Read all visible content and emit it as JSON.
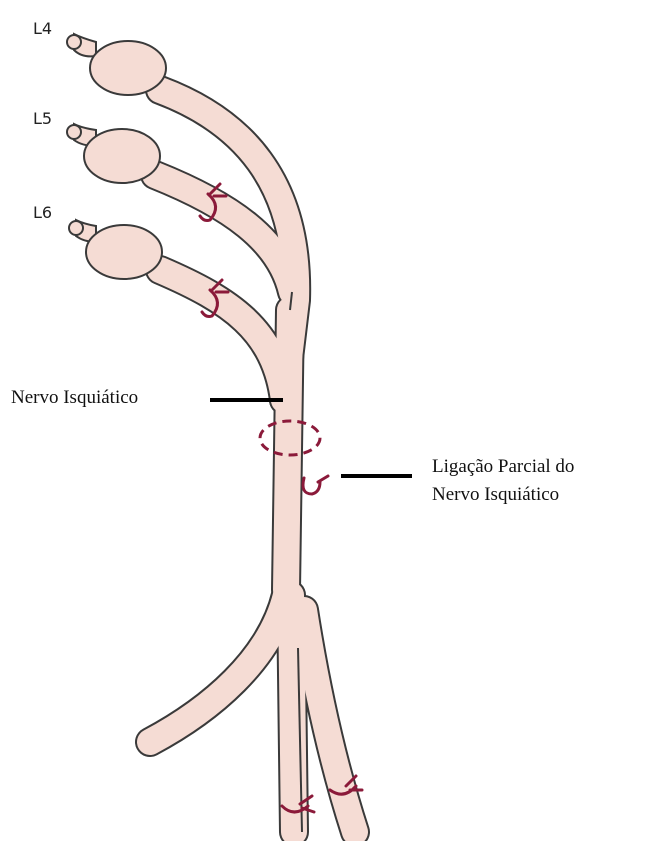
{
  "roots": [
    {
      "label": "L4"
    },
    {
      "label": "L5"
    },
    {
      "label": "L6"
    }
  ],
  "callouts": {
    "sciatic_nerve": "Nervo Isquiático",
    "partial_ligation_line1": "Ligação Parcial do",
    "partial_ligation_line2": "Nervo Isquiático"
  },
  "colors": {
    "nerve_fill": "#f5dcd4",
    "nerve_outline": "#3a3a3a",
    "ligature": "#8b1a3a"
  }
}
